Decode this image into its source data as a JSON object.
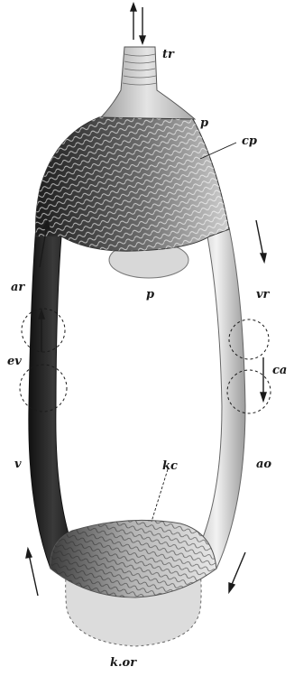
{
  "figure": {
    "labels": {
      "tr": "tr",
      "p_top": "p",
      "cp": "cp",
      "p_mid": "p",
      "ar": "ar",
      "vr": "vr",
      "ev": "ev",
      "ca": "ca",
      "v": "v",
      "ao": "ao",
      "kc": "kc",
      "kor": "k.or"
    },
    "colors": {
      "ink": "#1a1a1a",
      "venous_dark": "#262626",
      "arterial_light": "#ececec",
      "capillary": "#9a9a9a",
      "organ": "#d9d9d9"
    }
  }
}
